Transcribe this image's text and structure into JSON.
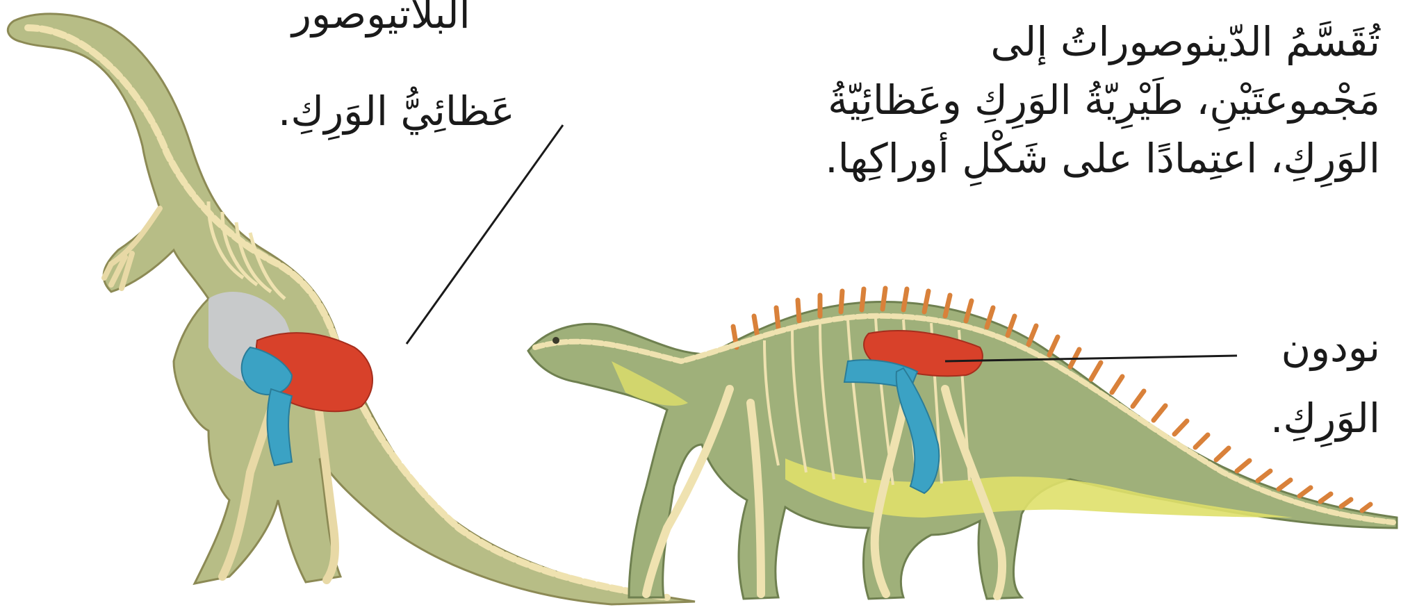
{
  "main_paragraph": {
    "lines": [
      "تُقَسَّمُ الدّينوصوراتُ إلى",
      "مَجْموعتَيْنِ، طَيْرِيّةُ الوَرِكِ وعَظائِيّةُ",
      "الوَرِكِ، اعتِمادًا على شَكْلِ أوراكِها."
    ]
  },
  "plateosaurus": {
    "name": "البلاتيوصور",
    "hip_type": "عَظائِيُّ الوَرِكِ."
  },
  "nodosaurus": {
    "name": "نودون",
    "hip_type": "الوَرِكِ."
  },
  "colors": {
    "hip_bone_red": "#d8412a",
    "hip_bone_blue": "#3ba2c4",
    "skeleton": "#efe2b0",
    "body_green": "#9fb07a",
    "plate_orange": "#d9813a",
    "belly_yellow": "#dfe06a",
    "text": "#1a1a1a"
  }
}
